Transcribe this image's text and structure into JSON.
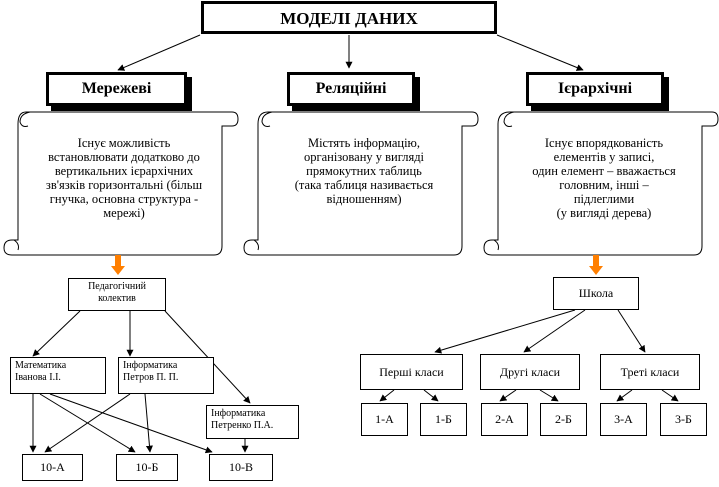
{
  "title": "МОДЕЛІ ДАНИХ",
  "categories": [
    {
      "label": "Мережеві",
      "description": "Існує можливість\nвстановлювати додатково до\nвертикальних ієрархічних\nзв'язків горизонтальні (більш\nгнучка, основна структура -\nмережі)"
    },
    {
      "label": "Реляційні",
      "description": "Містять інформацію,\nорганізовану у вигляді\nпрямокутних таблиць\n(така таблиця називається\nвідношенням)"
    },
    {
      "label": "Ієрархічні",
      "description": "Існує впорядкованість\nелементів у записі,\nодин елемент – вважається\nголовним, інші –\nпідлеглими\n(у вигляді дерева)"
    }
  ],
  "network": {
    "root": "Педагогічний\nколектив",
    "math": "Математика\nІванова І.І.",
    "info1": "Інформатика\nПетров П. П.",
    "info2": "Інформатика\nПетренко П.А.",
    "classes": [
      "10-А",
      "10-Б",
      "10-В"
    ]
  },
  "hierarchy": {
    "root": "Школа",
    "groups": [
      "Перші класи",
      "Другі класи",
      "Треті класи"
    ],
    "leaves": [
      "1-А",
      "1-Б",
      "2-А",
      "2-Б",
      "3-А",
      "3-Б"
    ]
  },
  "colors": {
    "arrow_accent": "#ff7f00"
  }
}
